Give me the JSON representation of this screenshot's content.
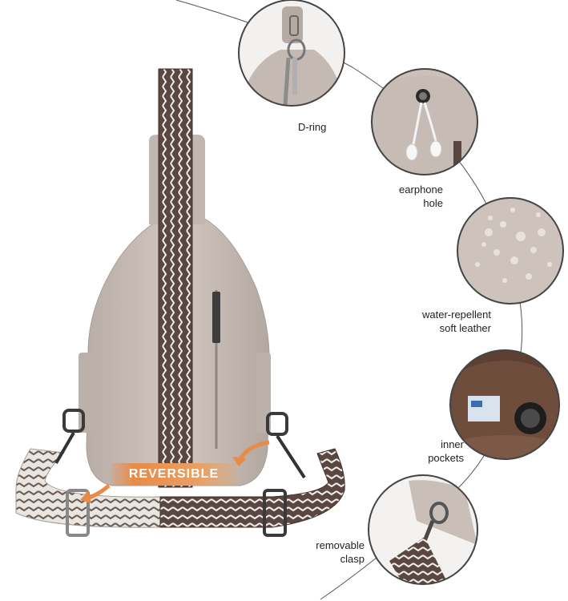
{
  "badge": {
    "text": "REVERSIBLE"
  },
  "features": {
    "dring": {
      "line1": "D-ring"
    },
    "earphone": {
      "line1": "earphone",
      "line2": "hole"
    },
    "leather": {
      "line1": "water-repellent",
      "line2": "soft leather"
    },
    "pockets": {
      "line1": "inner",
      "line2": "pockets"
    },
    "clasp": {
      "line1": "removable",
      "line2": "clasp"
    }
  },
  "colors": {
    "leather": "#c7bdb6",
    "strap_dark": "#5a4640",
    "strap_light": "#e9e6e2",
    "accent": "#e98a47",
    "lining": "#6b4b3c"
  }
}
